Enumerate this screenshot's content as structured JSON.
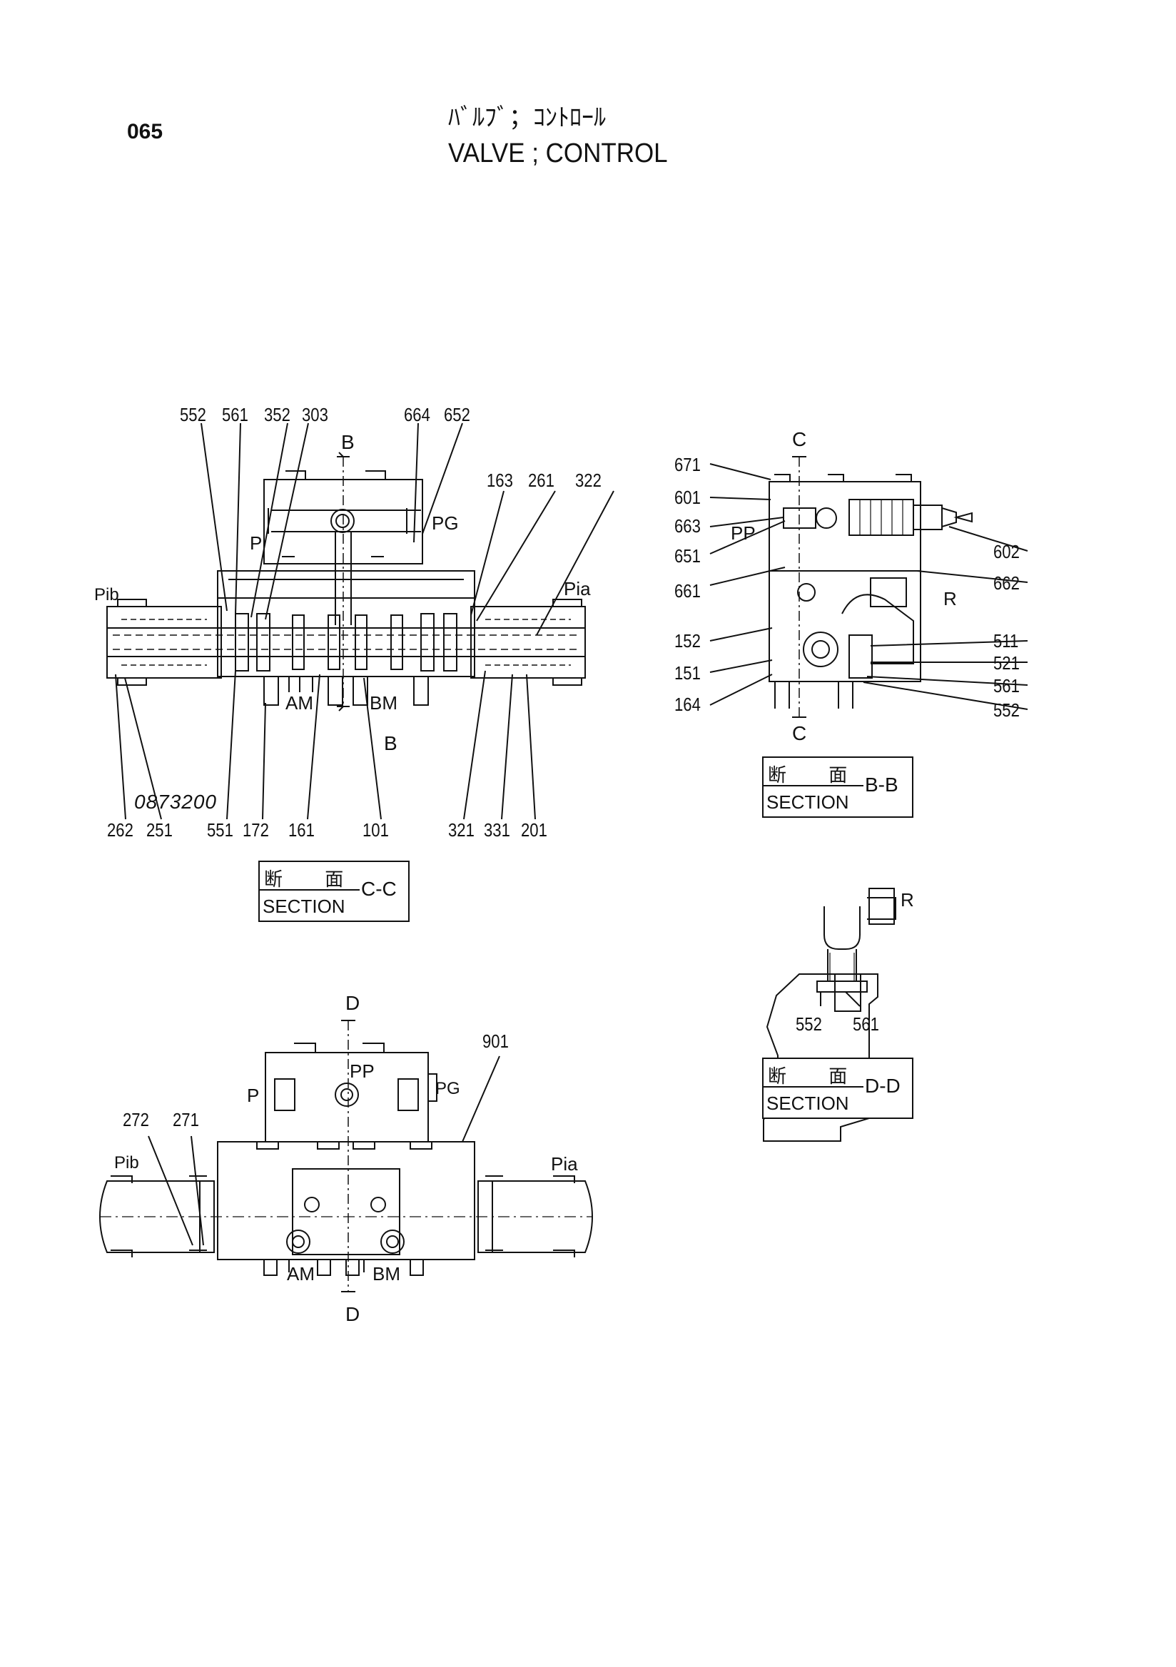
{
  "header": {
    "page_number": "065",
    "title_jp": "ﾊﾞﾙﾌﾞ；ｺﾝﾄﾛｰﾙ",
    "title_en": "VALVE ; CONTROL"
  },
  "section_cc": {
    "top_labels": [
      "552",
      "561",
      "352",
      "303",
      "664",
      "652",
      "163",
      "261",
      "322"
    ],
    "bottom_labels": [
      "262",
      "251",
      "551",
      "172",
      "161",
      "101",
      "321",
      "331",
      "201"
    ],
    "port_labels": [
      "P",
      "PG",
      "Pib",
      "Pia",
      "AM",
      "BM"
    ],
    "cut_label": "B",
    "box_jp": "断 面",
    "box_en": "SECTION",
    "box_view": "C-C"
  },
  "section_bb": {
    "left_labels": [
      "671",
      "601",
      "663",
      "651",
      "661",
      "152",
      "151",
      "164"
    ],
    "right_labels": [
      "602",
      "662",
      "511",
      "521",
      "561",
      "552"
    ],
    "port_labels": [
      "PP",
      "R"
    ],
    "cut_label": "C",
    "box_jp": "断 面",
    "box_en": "SECTION",
    "box_view": "B-B"
  },
  "section_dd": {
    "bottom_labels": [
      "552",
      "561"
    ],
    "port_label": "R",
    "box_jp": "断 面",
    "box_en": "SECTION",
    "box_view": "D-D"
  },
  "outer_view": {
    "labels": [
      "901",
      "272",
      "271"
    ],
    "port_labels": [
      "PP",
      "P",
      "PG",
      "Pib",
      "Pia",
      "AM",
      "BM"
    ],
    "cut_label": "D"
  },
  "footer": {
    "drawing_number": "0873200"
  }
}
